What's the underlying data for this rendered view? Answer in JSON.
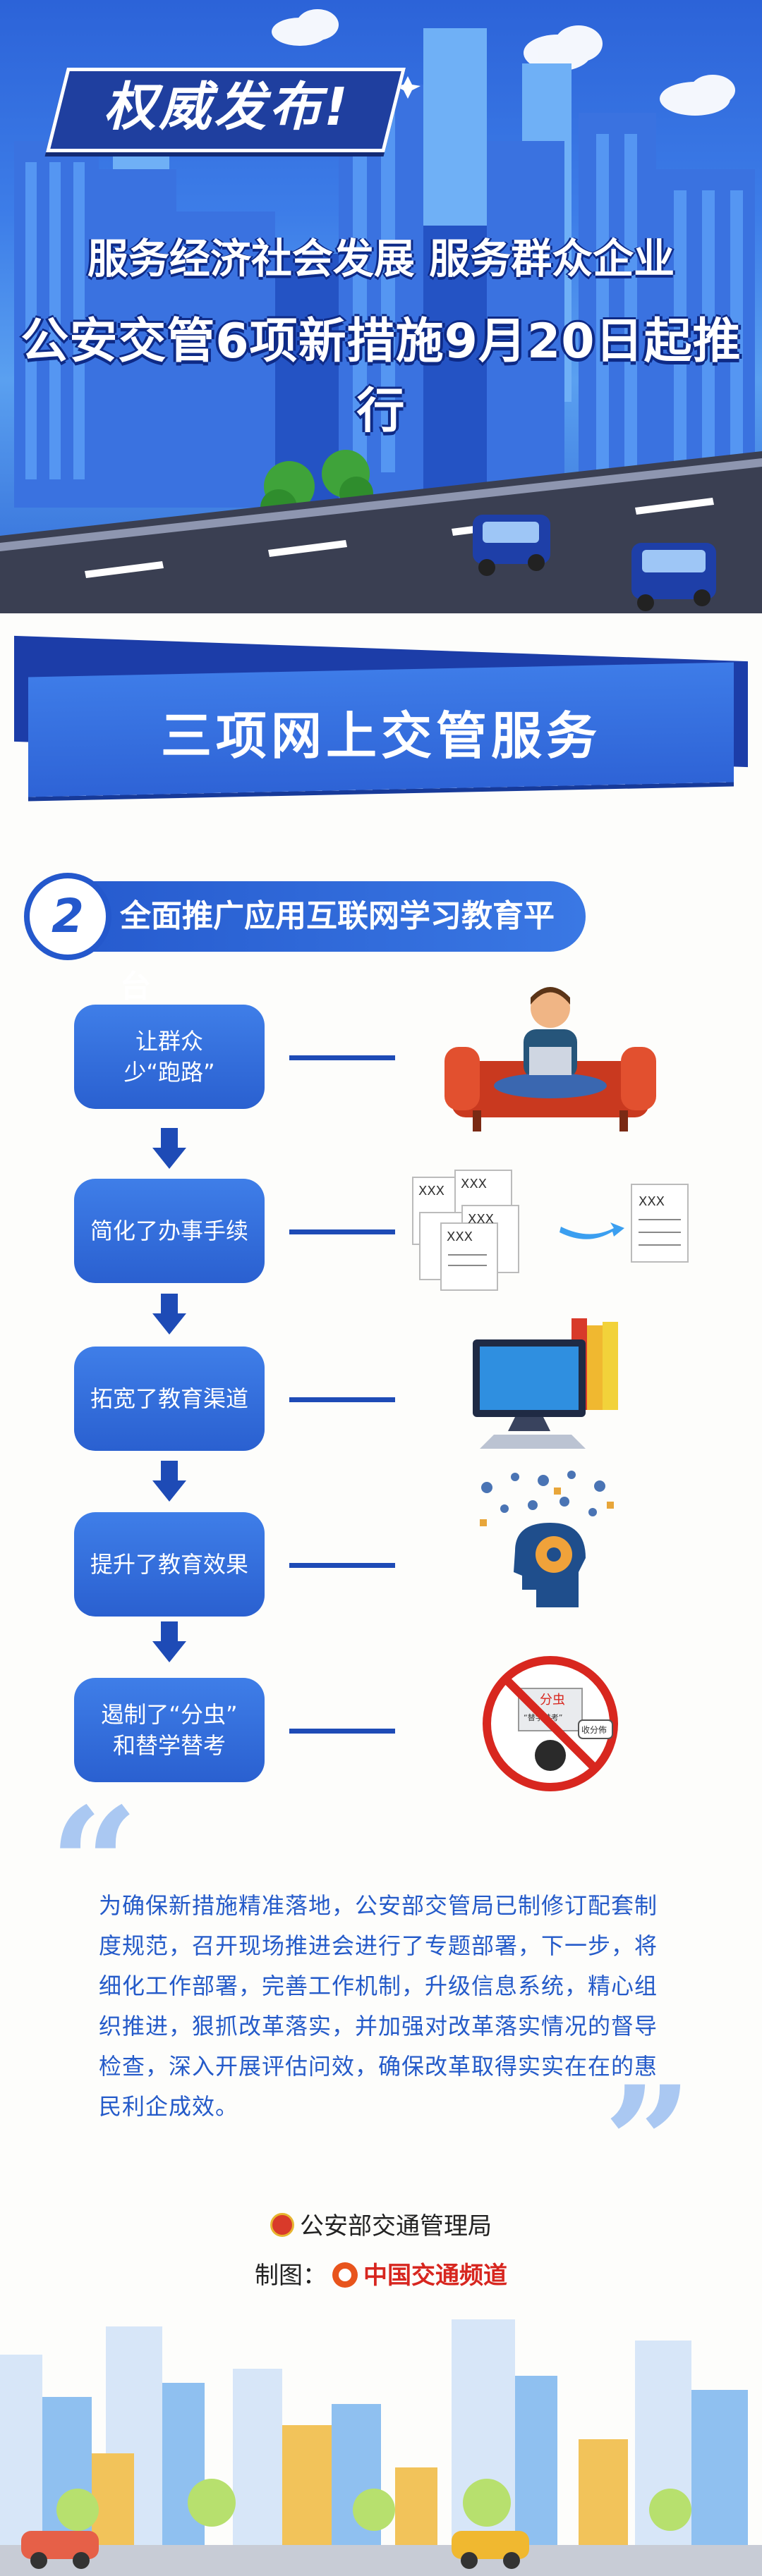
{
  "header": {
    "badge": "权威发布!",
    "subtitle": "服务经济社会发展 服务群众企业",
    "title": "公安交管6项新措施9月20日起推行"
  },
  "section": {
    "title": "三项网上交管服务"
  },
  "subsection": {
    "number": "2",
    "title": "全面推广应用互联网学习教育平台"
  },
  "flow": {
    "items": [
      {
        "label": "让群众\n少“跑路”",
        "icon": "person-on-sofa-laptop-icon"
      },
      {
        "label": "简化了办事手续",
        "icon": "documents-icon"
      },
      {
        "label": "拓宽了教育渠道",
        "icon": "computer-books-icon"
      },
      {
        "label": "提升了教育效果",
        "icon": "head-gears-icon"
      },
      {
        "label": "遏制了“分虫”\n和替学替考",
        "icon": "no-score-buying-icon"
      }
    ],
    "doc_label": "XXX",
    "sign_label": "分虫",
    "sign_sub": "“替学替考”",
    "bubble_label": "收分佈"
  },
  "quote": {
    "text": "为确保新措施精准落地，公安部交管局已制修订配套制度规范，召开现场推进会进行了专题部署，下一步，将细化工作部署，完善工作机制，升级信息系统，精心组织推进，狠抓改革落实，并加强对改革落实情况的督导检查，深入开展评估问效，确保改革取得实实在在的惠民利企成效。"
  },
  "footer": {
    "org": "公安部交通管理局",
    "maker_prefix": "制图：",
    "maker_brand": "中国交通频道"
  },
  "colors": {
    "primary": "#2a60d0",
    "dark": "#1e4bb6",
    "quote": "#245ac9",
    "brand_red": "#d7261f"
  }
}
